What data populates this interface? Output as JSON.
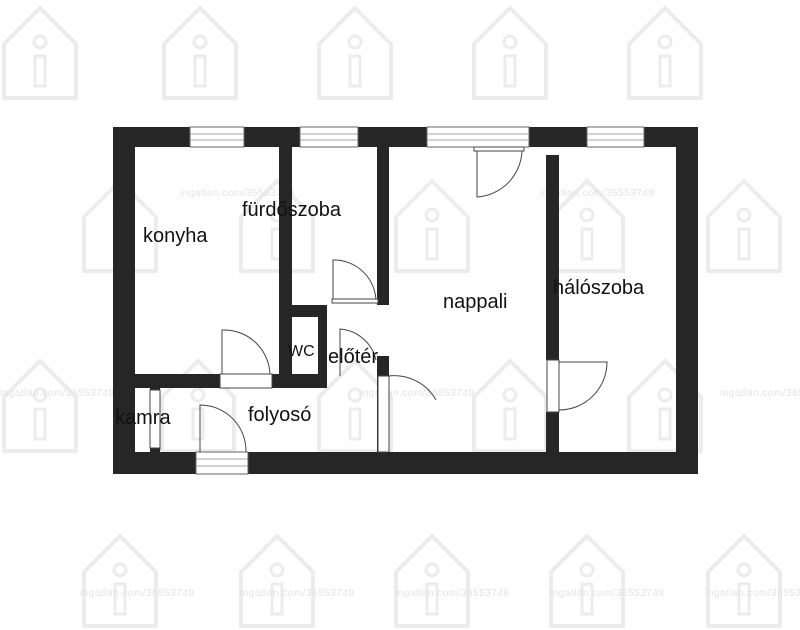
{
  "floorplan": {
    "rooms": {
      "konyha": "konyha",
      "furdoszoba": "fürdőszoba",
      "wc": "WC",
      "eloter": "előtér",
      "nappali": "nappali",
      "haloszoba": "hálószoba",
      "kamra": "kamra",
      "folyoso": "folyosó"
    },
    "wall_color": "#262626",
    "watermark_icon": "house-info-icon",
    "watermark_color": "#ececec",
    "watermark_text": "ingatlan.com/36553749"
  }
}
